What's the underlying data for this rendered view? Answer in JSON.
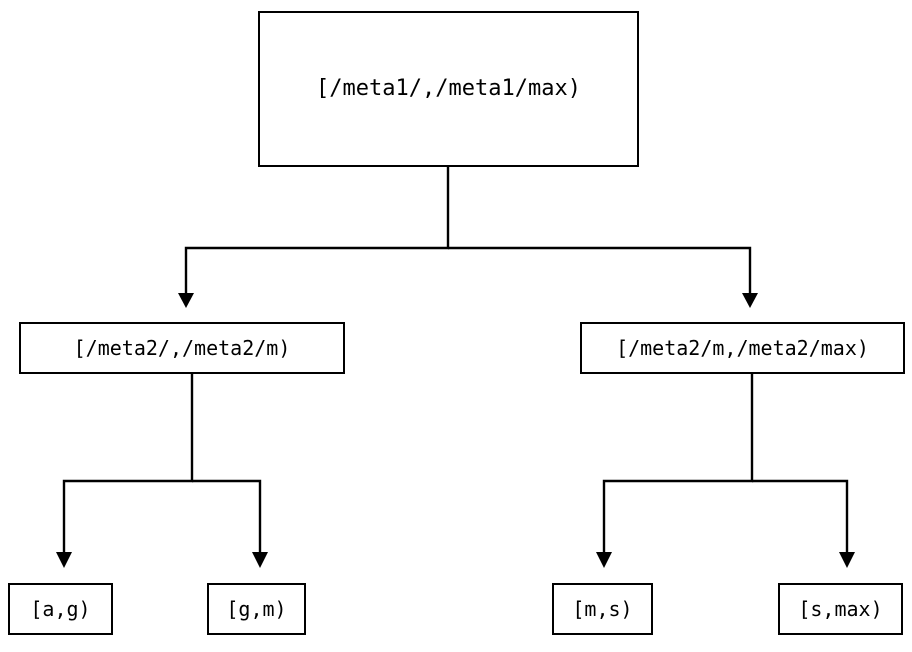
{
  "diagram": {
    "type": "tree",
    "title": "",
    "orientation": "top-down",
    "stroke_color": "#000000",
    "fill_color": "#ffffff",
    "nodes": {
      "root": {
        "id": "root",
        "label": "[/meta1/,/meta1/max)",
        "level": 0
      },
      "mid_left": {
        "id": "mid_left",
        "label": "[/meta2/,/meta2/m)",
        "level": 1
      },
      "mid_right": {
        "id": "mid_right",
        "label": "[/meta2/m,/meta2/max)",
        "level": 1
      },
      "leaf_0": {
        "id": "leaf_0",
        "label": "[a,g)",
        "level": 2
      },
      "leaf_1": {
        "id": "leaf_1",
        "label": "[g,m)",
        "level": 2
      },
      "leaf_2": {
        "id": "leaf_2",
        "label": "[m,s)",
        "level": 2
      },
      "leaf_3": {
        "id": "leaf_3",
        "label": "[s,max)",
        "level": 2
      }
    },
    "edges": [
      {
        "from": "root",
        "to": "mid_left",
        "arrow": "filled-triangle-down"
      },
      {
        "from": "root",
        "to": "mid_right",
        "arrow": "filled-triangle-down"
      },
      {
        "from": "mid_left",
        "to": "leaf_0",
        "arrow": "filled-triangle-down"
      },
      {
        "from": "mid_left",
        "to": "leaf_1",
        "arrow": "filled-triangle-down"
      },
      {
        "from": "mid_right",
        "to": "leaf_2",
        "arrow": "filled-triangle-down"
      },
      {
        "from": "mid_right",
        "to": "leaf_3",
        "arrow": "filled-triangle-down"
      }
    ]
  }
}
